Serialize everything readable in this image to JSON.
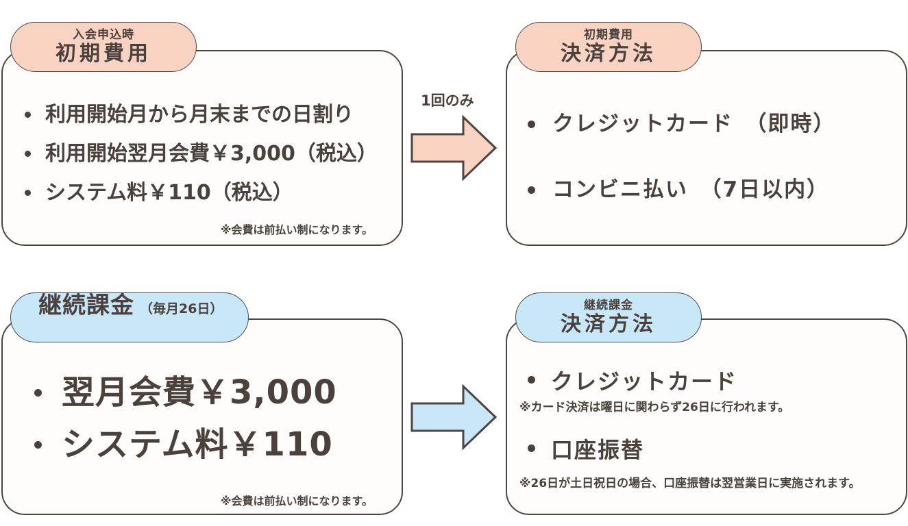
{
  "initial_fee": {
    "tag_small": "入会申込時",
    "tag_big": "初期費用",
    "items": [
      "利用開始月から月末までの日割り",
      "利用開始翌月会費￥3,000（税込）",
      "システム料￥110（税込）"
    ],
    "note": "※会費は前払い制になります。"
  },
  "arrow_label": "1回のみ",
  "initial_payment": {
    "tag_small": "初期費用",
    "tag_big": "決済方法",
    "items": [
      "クレジットカード　（即時）",
      "コンビニ払い　（7日以内）"
    ]
  },
  "recurring_fee": {
    "tag_big": "継続課金",
    "tag_small": "（毎月26日）",
    "items": [
      "翌月会費￥3,000",
      "システム料￥110"
    ],
    "note": "※会費は前払い制になります。"
  },
  "recurring_payment": {
    "tag_small": "継続課金",
    "tag_big": "決済方法",
    "card_label": "クレジットカード",
    "card_note": "※カード決済は曜日に関わらず26日に行われます。",
    "bank_label": "口座振替",
    "bank_note": "※26日が土日祝日の場合、口座振替は翌営業日に実施されます。"
  },
  "colors": {
    "peach": "#f9d3c2",
    "blue": "#c8e7f8",
    "text": "#4a413c",
    "border": "#4f4540"
  }
}
